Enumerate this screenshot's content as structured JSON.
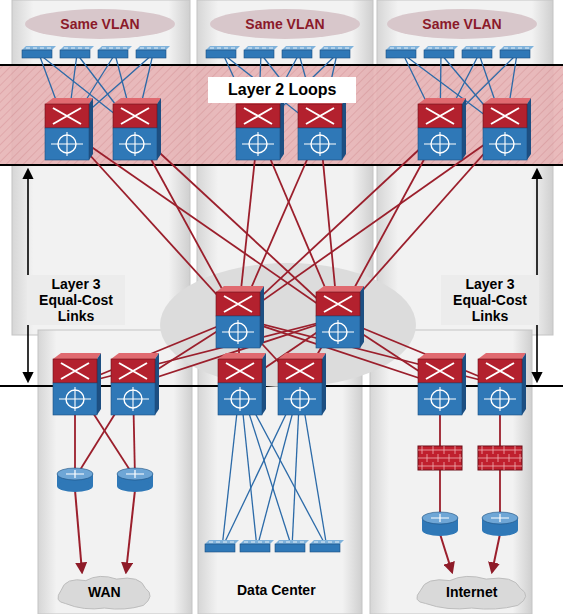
{
  "diagram": {
    "nodes": [
      {
        "text": [
          "Same VLAN"
        ]
      },
      {
        "text": [
          "Same VLAN"
        ]
      },
      {
        "text": [
          "Same VLAN"
        ]
      },
      {
        "text": [
          "Layer 2 Loops"
        ]
      },
      {
        "text": [
          "WAN"
        ]
      },
      {
        "text": [
          "Internet"
        ]
      }
    ],
    "labels": [
      "Layer 3 Equal-Cost Links",
      "Layer 3 Equal-Cost Links",
      "Data Center"
    ]
  }
}
